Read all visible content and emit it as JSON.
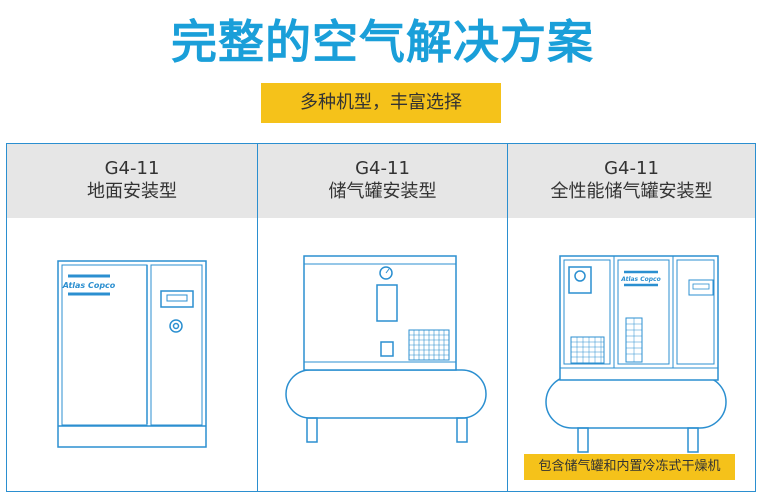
{
  "title": "完整的空气解决方案",
  "banner": "多种机型，丰富选择",
  "columns": [
    {
      "model": "G4-11",
      "desc": "地面安装型"
    },
    {
      "model": "G4-11",
      "desc": "储气罐安装型"
    },
    {
      "model": "G4-11",
      "desc": "全性能储气罐安装型"
    }
  ],
  "brand": "Atlas Copco",
  "note": "包含储气罐和内置冷冻式干燥机",
  "colors": {
    "accent": "#1a9fd9",
    "highlight": "#f5c21a",
    "line": "#2b8fd0"
  }
}
